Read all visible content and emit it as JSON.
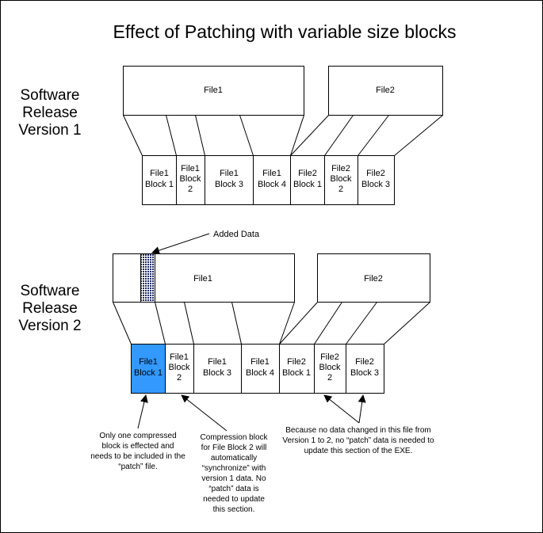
{
  "title": "Effect of Patching with variable size blocks",
  "version1": {
    "label": [
      "Software",
      "Release",
      "Version 1"
    ],
    "files": [
      "File1",
      "File2"
    ],
    "blocks": [
      [
        "File1",
        "Block 1"
      ],
      [
        "File1",
        "Block",
        "2"
      ],
      [
        "File1",
        "Block 3"
      ],
      [
        "File1",
        "Block 4"
      ],
      [
        "File2",
        "Block 1"
      ],
      [
        "File2",
        "Block",
        "2"
      ],
      [
        "File2",
        "Block 3"
      ]
    ]
  },
  "version2": {
    "label": [
      "Software",
      "Release",
      "Version 2"
    ],
    "files": [
      "File1",
      "File2"
    ],
    "added_data_label": "Added Data",
    "blocks": [
      [
        "File1",
        "Block 1"
      ],
      [
        "File1",
        "Block",
        "2"
      ],
      [
        "File1",
        "Block 3"
      ],
      [
        "File1",
        "Block 4"
      ],
      [
        "File2",
        "Block 1"
      ],
      [
        "File2",
        "Block",
        "2"
      ],
      [
        "File2",
        "Block 3"
      ]
    ]
  },
  "notes": {
    "note1": [
      "Only one compressed",
      "block is effected and",
      "needs to be included in the",
      "“patch” file."
    ],
    "note2": [
      "Compression block",
      "for File Block 2 will",
      "automatically",
      "“synchronize” with",
      "version 1 data. No",
      "“patch” data is",
      "needed to update",
      "this section."
    ],
    "note3": [
      "Because no data changed in this file from",
      "Version 1 to 2, no “patch” data is needed to",
      "update this section of the EXE."
    ]
  },
  "colors": {
    "changed_block": "#3399ff",
    "added_data": "#1f2a66",
    "stroke": "#000000"
  }
}
